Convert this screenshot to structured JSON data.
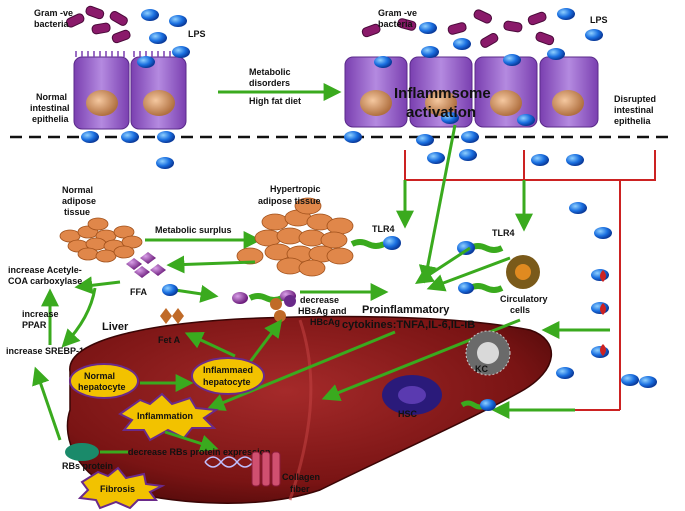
{
  "top": {
    "gram_neg_left": "Gram -ve",
    "bacteria_left": "bacteria",
    "lps_left": "LPS",
    "normal_epithelia_1": "Normal",
    "normal_epithelia_2": "intestinal",
    "normal_epithelia_3": "epithelia",
    "metabolic_1": "Metabolic",
    "metabolic_2": "disorders",
    "high_fat": "High fat diet",
    "gram_neg_right": "Gram -ve",
    "bacteria_right": "bacteria",
    "lps_right": "LPS",
    "inflammasome_1": "Inflammsome",
    "inflammasome_2": "activation",
    "disrupted_1": "Disrupted",
    "disrupted_2": "intestinal",
    "disrupted_3": "epithelia"
  },
  "middle": {
    "normal_adipose_1": "Normal",
    "normal_adipose_2": "adipose",
    "normal_adipose_3": "tissue",
    "metabolic_surplus": "Metabolic surplus",
    "hyper_adipose_1": "Hypertropic",
    "hyper_adipose_2": "adipose tissue",
    "tlr4_a": "TLR4",
    "tlr4_b": "TLR4",
    "acetyl_1": "increase Acetyle-",
    "acetyl_2": "COA carboxylase",
    "ffa": "FFA",
    "ppar_1": "increase",
    "ppar_2": "PPAR",
    "srebp": "increase SREBP-1c",
    "liver": "Liver",
    "hbsag_1": "decrease",
    "hbsag_2": "HBsAg and",
    "hbsag_3": "HBcAg",
    "proinflam_1": "Proinflammatory",
    "proinflam_2": "cytokines:TNFA,IL-6,IL-IB",
    "circ_1": "Circulatory",
    "circ_2": "cells"
  },
  "liver": {
    "feta": "Fet A",
    "normal_hep_1": "Normal",
    "normal_hep_2": "hepatocyte",
    "inflamed_hep_1": "Inflammaed",
    "inflamed_hep_2": "hepatocyte",
    "kc": "KC",
    "inflammation": "Inflammation",
    "hsc": "HSC",
    "rbs_protein": "RBs protein",
    "decrease_rbs": "decrease RBs protein expression",
    "fibrosis": "Fibrosis",
    "collagen_1": "Collagen",
    "collagen_2": "fiber"
  },
  "colors": {
    "arrow_green": "#3aaa1e",
    "liver_red": "#8b1a1a",
    "cell_purple": "#9a62c8",
    "lps_blue": "#1a6fe0",
    "star_yellow": "#f2c200",
    "bracket_red": "#cc2222"
  }
}
